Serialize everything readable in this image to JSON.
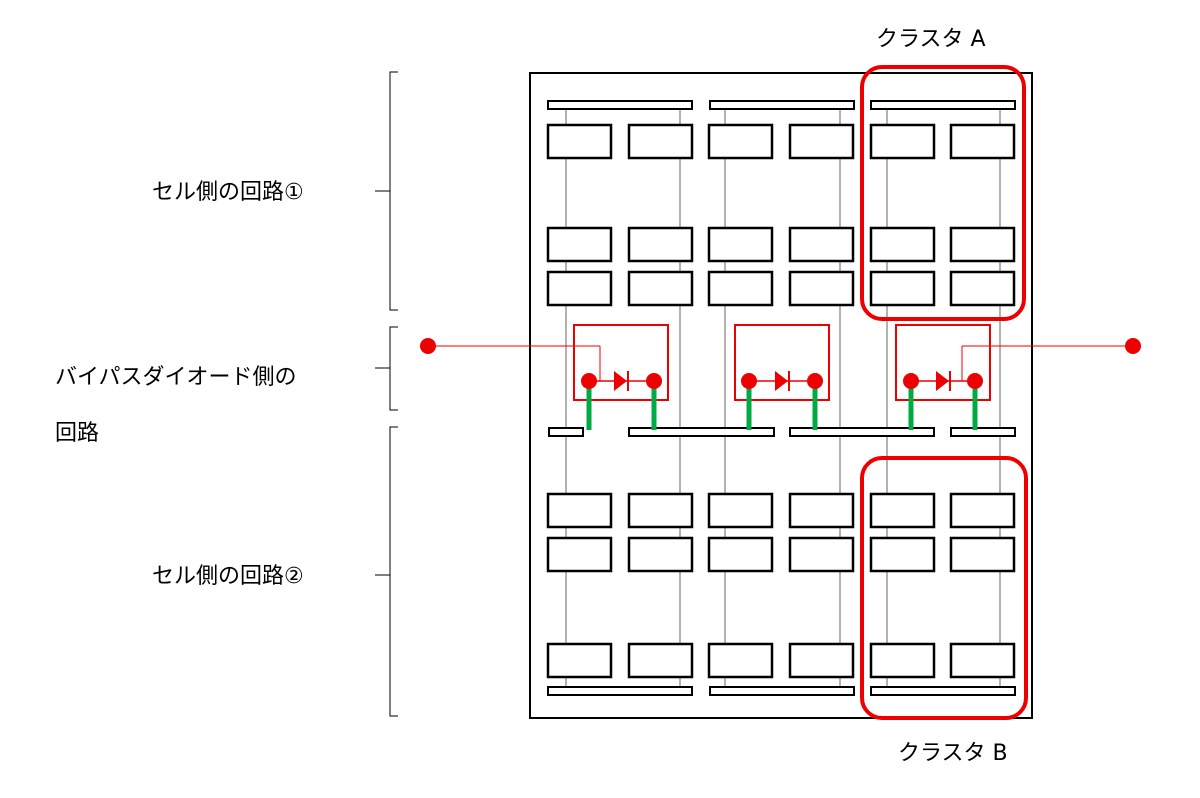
{
  "labels": {
    "cell_circuit_1": "セル側の回路①",
    "bypass_line1": "バイパスダイオード側の",
    "bypass_line2": "回路",
    "cell_circuit_2": "セル側の回路②",
    "cluster_a": "クラスタ A",
    "cluster_b": "クラスタ B"
  },
  "colors": {
    "outline": "#000000",
    "cluster_highlight": "#ee0000",
    "bypass_circuit": "#ee0000",
    "diode_lead": "#00aa44",
    "string_line": "#666666"
  },
  "icons": [
    "diode-icon",
    "terminal-dot-icon"
  ]
}
